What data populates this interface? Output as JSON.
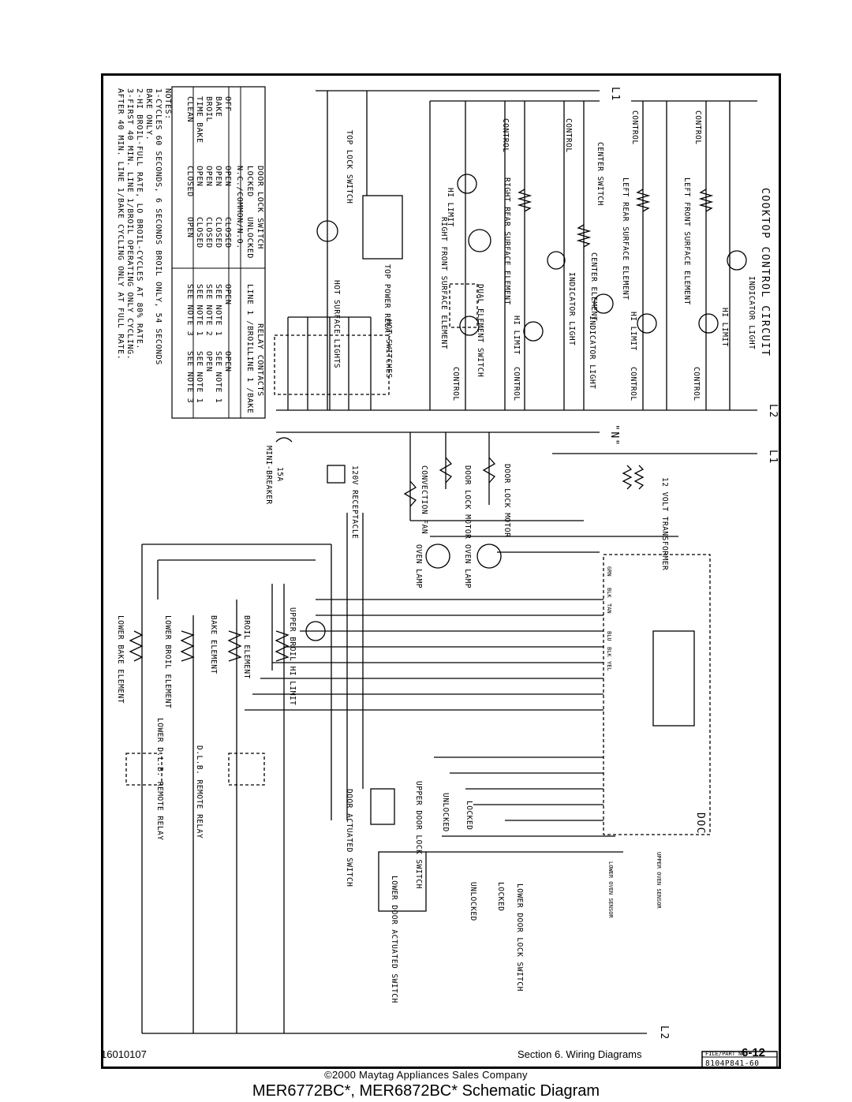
{
  "diagram": {
    "cooktop_heading": "COOKTOP CONTROL CIRCUIT",
    "bus_labels": {
      "l1_top": "L1",
      "l2_mid": "L2",
      "l1_mid": "L1",
      "l2_bottom": "L2",
      "neutral": "\"N\""
    },
    "doc_label": "DOC",
    "file_part_label": "FILE/PART NO.",
    "file_part_number": "8104P841-60",
    "components": {
      "top_lock_switch": "TOP LOCK SWITCH",
      "control": "CONTROL",
      "hi_limit": "HI LIMIT",
      "right_rear": "RIGHT REAR SURFACE ELEMENT",
      "right_front": "RIGHT FRONT SURFACE ELEMENT",
      "center_switch": "CENTER SWITCH",
      "left_rear": "LEFT REAR SURFACE ELEMENT",
      "left_front": "LEFT FRONT SURFACE ELEMENT",
      "center_element": "CENTER ELEMENT",
      "indicator_light": "INDICATOR LIGHT",
      "dual_element_switch": "DUAL ELEMENT SWITCH",
      "top_power_relay": "TOP POWER RELAY",
      "hot_surface_lights": "HOT SURFACE LIGHTS",
      "hot_switches": "HOT SWITCHES",
      "relay_contacts": "RELAY CONTACTS",
      "mini_breaker": "MINI-BREAKER",
      "mini_breaker_rating": "15A",
      "receptacle": "120V RECEPTACLE",
      "convection_fan": "CONVECTION FAN",
      "door_lock_motor_1": "DOOR LOCK MOTOR",
      "door_lock_motor_2": "DOOR LOCK MOTOR",
      "transformer": "12 VOLT TRANSFORMER",
      "oven_lamp_1": "OVEN LAMP",
      "oven_lamp_2": "OVEN LAMP",
      "upper_broil_hi_limit": "UPPER BROIL HI LIMIT",
      "broil_element": "BROIL ELEMENT",
      "bake_element": "BAKE ELEMENT",
      "lower_broil_element": "LOWER BROIL ELEMENT",
      "lower_bake_element": "LOWER BAKE ELEMENT",
      "lower_dlb_remote_relay": "LOWER D.L.B. REMOTE RELAY",
      "dlb_remote_relay": "D.L.B. REMOTE RELAY",
      "door_actuated_switch": "DOOR ACTUATED SWITCH",
      "upper_door_lock_switch": "UPPER DOOR LOCK SWITCH",
      "lower_door_actuated_switch": "LOWER DOOR ACTUATED SWITCH",
      "lower_door_lock_switch": "LOWER DOOR LOCK SWITCH",
      "upper_oven_sensor": "UPPER OVEN SENSOR",
      "lower_oven_sensor": "LOWER OVEN SENSOR",
      "locked": "LOCKED",
      "unlocked": "UNLOCKED",
      "wire_colors": [
        "GRN",
        "BLK",
        "TAN",
        "BLU",
        "BLK",
        "YEL"
      ]
    },
    "table": {
      "col_headers": [
        "DOOR LOCK SWITCH",
        "RELAY CONTACTS"
      ],
      "sub_headers": [
        "",
        "LOCKED",
        "UNLOCKED",
        "LINE 1 /BROIL",
        "LINE 1 /BAKE"
      ],
      "sub_header2": "N.C./COMMON/N.O.",
      "rows": [
        [
          "OFF",
          "OPEN",
          "CLOSED",
          "OPEN",
          "OPEN"
        ],
        [
          "BAKE",
          "OPEN",
          "CLOSED",
          "SEE NOTE 1",
          "SEE NOTE 1"
        ],
        [
          "BROIL",
          "OPEN",
          "CLOSED",
          "SEE NOTE 2",
          "OPEN"
        ],
        [
          "TIME BAKE",
          "OPEN",
          "CLOSED",
          "SEE NOTE 1",
          "SEE NOTE 1"
        ],
        [
          "CLEAN",
          "CLOSED",
          "OPEN",
          "SEE NOTE 3",
          "SEE NOTE 3"
        ]
      ]
    },
    "notes": {
      "heading": "NOTES:",
      "lines": [
        "1-CYCLES 60 SECONDS, 6 SECONDS BROIL ONLY, 54 SECONDS",
        "  BAKE ONLY.",
        "2-HI BROIL-FULL RATE, LO BROIL-CYCLES AT 80% RATE.",
        "3-FIRST 40 MIN. LINE 1/BROIL OPERATING ONLY CYCLING.",
        "  AFTER 40 MIN. LINE 1/BAKE CYCLING ONLY AT FULL RATE."
      ]
    }
  },
  "footer": {
    "title": "MER6772BC*, MER6872BC* Schematic Diagram",
    "doc_number": "16010107",
    "section": "Section 6.  Wiring Diagrams",
    "page": "6-12",
    "copyright": "©2000 Maytag Appliances Sales Company"
  }
}
